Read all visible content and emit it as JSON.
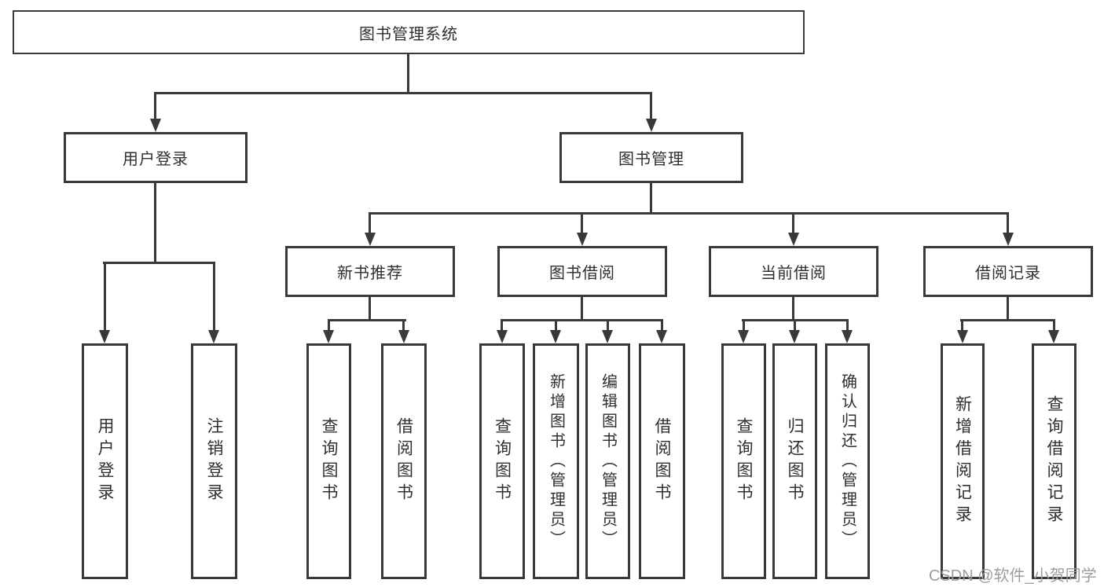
{
  "tree": {
    "root": {
      "label": "图书管理系统",
      "children": [
        {
          "label": "用户登录",
          "children": [
            {
              "label": "用户登录"
            },
            {
              "label": "注销登录"
            }
          ]
        },
        {
          "label": "图书管理",
          "children": [
            {
              "label": "新书推荐",
              "children": [
                {
                  "label": "查询图书"
                },
                {
                  "label": "借阅图书"
                }
              ]
            },
            {
              "label": "图书借阅",
              "children": [
                {
                  "label": "查询图书"
                },
                {
                  "label": "新增图书（管理员）"
                },
                {
                  "label": "编辑图书（管理员）"
                },
                {
                  "label": "借阅图书"
                }
              ]
            },
            {
              "label": "当前借阅",
              "children": [
                {
                  "label": "查询图书"
                },
                {
                  "label": "归还图书"
                },
                {
                  "label": "确认归还（管理员）"
                }
              ]
            },
            {
              "label": "借阅记录",
              "children": [
                {
                  "label": "新增借阅记录"
                },
                {
                  "label": "查询借阅记录"
                }
              ]
            }
          ]
        }
      ]
    }
  },
  "watermark": {
    "text": "CSDN @软件_小贺同学"
  },
  "colors": {
    "line": "#39393b",
    "text": "#2f2f31",
    "watermark": "#9d9da0",
    "background": "#ffffff"
  }
}
